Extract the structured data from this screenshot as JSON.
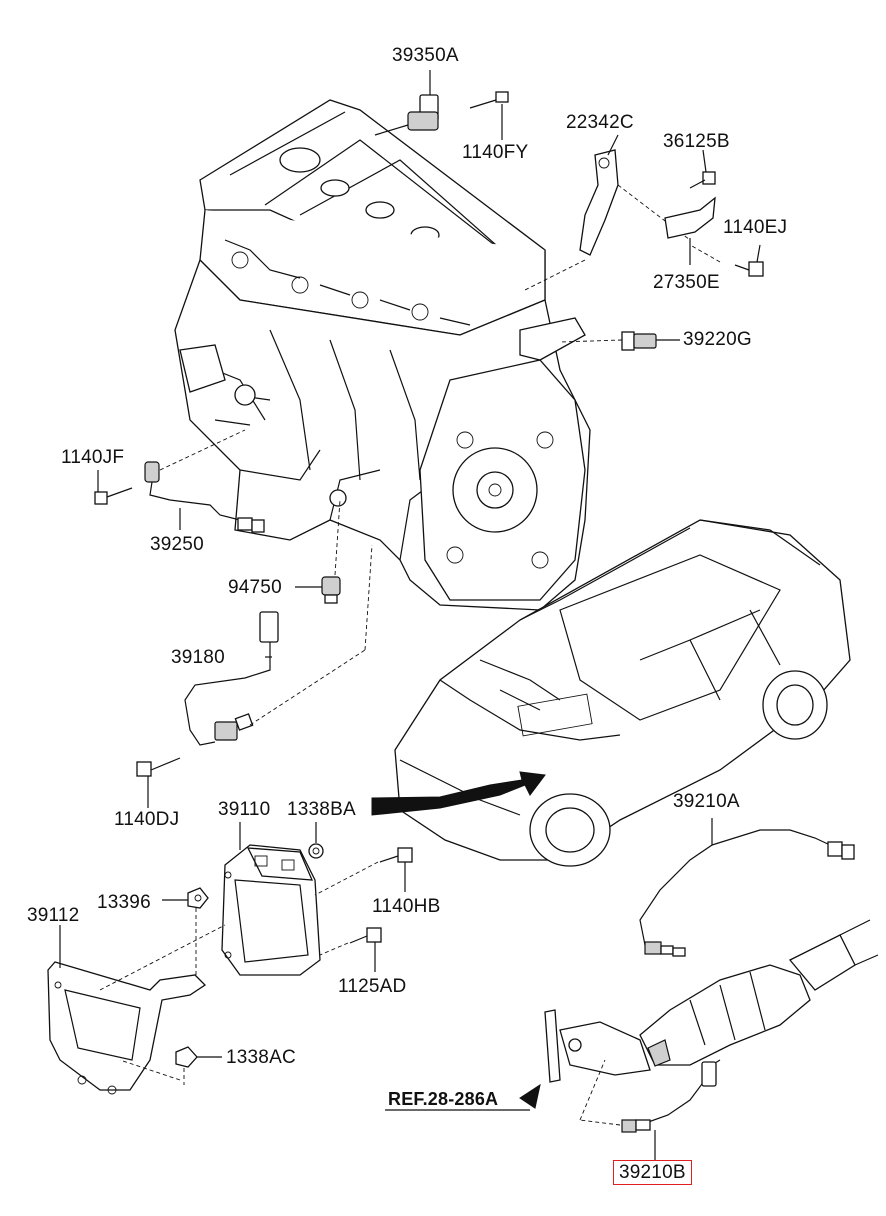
{
  "labels": {
    "p39350A": "39350A",
    "p1140FY": "1140FY",
    "p22342C": "22342C",
    "p36125B": "36125B",
    "p1140EJ": "1140EJ",
    "p27350E": "27350E",
    "p39220G": "39220G",
    "p1140JF": "1140JF",
    "p39250": "39250",
    "p94750": "94750",
    "p39180": "39180",
    "p1140DJ": "1140DJ",
    "p39110": "39110",
    "p1338BA": "1338BA",
    "p39210A": "39210A",
    "p13396": "13396",
    "p1140HB": "1140HB",
    "p39112": "39112",
    "p1125AD": "1125AD",
    "p1338AC": "1338AC",
    "ref": "REF.28-286A",
    "p39210B": "39210B"
  },
  "colors": {
    "highlight_border": "#e02020",
    "line": "#111111"
  }
}
